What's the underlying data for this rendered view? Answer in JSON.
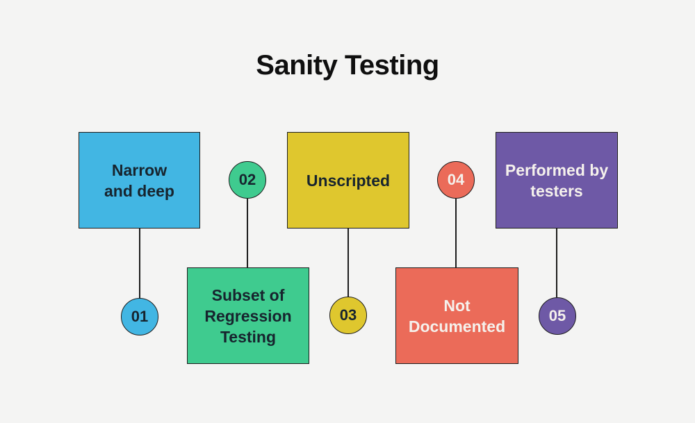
{
  "title": "Sanity Testing",
  "colors": {
    "background": "#F4F4F3",
    "outline": "#1C1C1C",
    "title_text": "#0F0F0F",
    "dark_text": "#17242E",
    "light_text": "#F5F1EC"
  },
  "items": [
    {
      "number": "01",
      "label": "Narrow and deep",
      "lines": [
        "Narrow",
        "and deep"
      ],
      "color": "#42B6E3",
      "text_color": "#17242E"
    },
    {
      "number": "02",
      "label": "Subset of Regression Testing",
      "lines": [
        "Subset of",
        "Regression",
        "Testing"
      ],
      "color": "#3FCB8F",
      "text_color": "#17242E"
    },
    {
      "number": "03",
      "label": "Unscripted",
      "lines": [
        "Unscripted"
      ],
      "color": "#DFC72E",
      "text_color": "#17242E"
    },
    {
      "number": "04",
      "label": "Not Documented",
      "lines": [
        "Not",
        "Documented"
      ],
      "color": "#EB6B59",
      "text_color": "#F5F1EC"
    },
    {
      "number": "05",
      "label": "Performed by testers",
      "lines": [
        "Performed by",
        "testers"
      ],
      "color": "#6E59A6",
      "text_color": "#F5F1EC"
    }
  ]
}
